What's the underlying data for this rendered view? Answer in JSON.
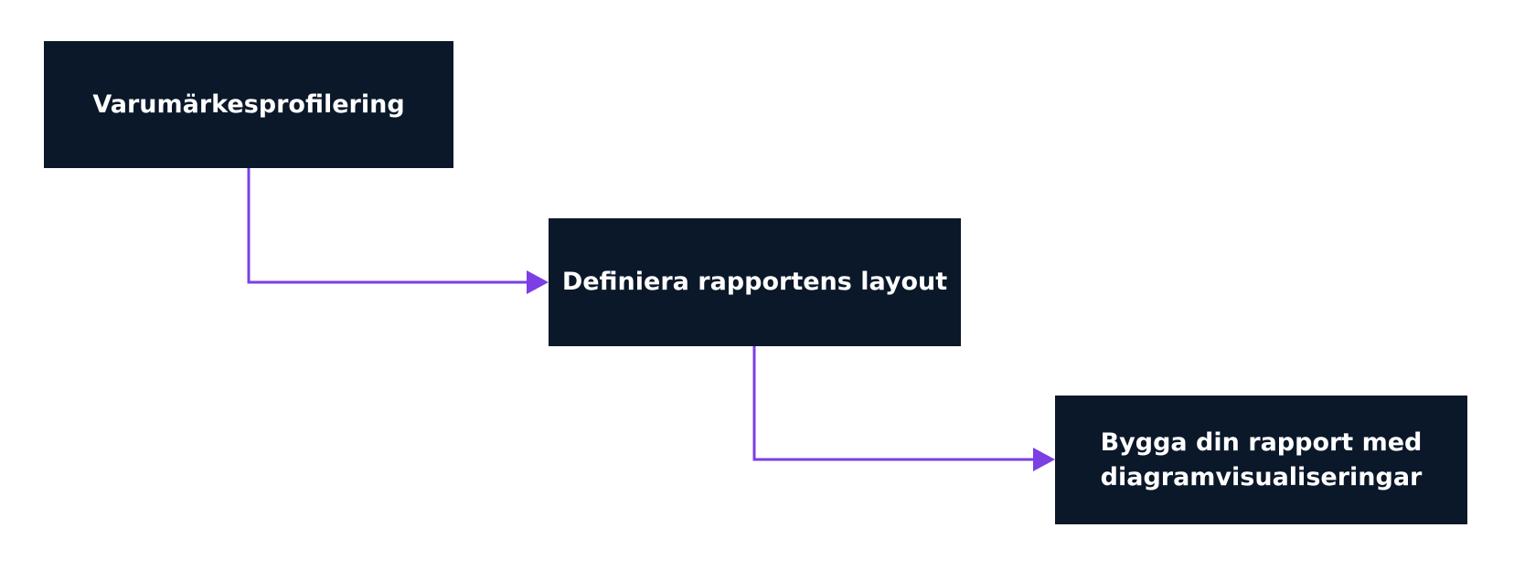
{
  "diagram": {
    "nodes": [
      {
        "id": "n1",
        "label": "Varumärkesprofilering"
      },
      {
        "id": "n2",
        "label": "Definiera rapportens layout"
      },
      {
        "id": "n3",
        "label": "Bygga din rapport med diagramvisualiseringar"
      }
    ],
    "edges": [
      {
        "from": "n1",
        "to": "n2"
      },
      {
        "from": "n2",
        "to": "n3"
      }
    ],
    "colors": {
      "node_fill": "#0a1829",
      "node_text": "#ffffff",
      "connector": "#7b3fe4",
      "background": "#ffffff"
    }
  }
}
